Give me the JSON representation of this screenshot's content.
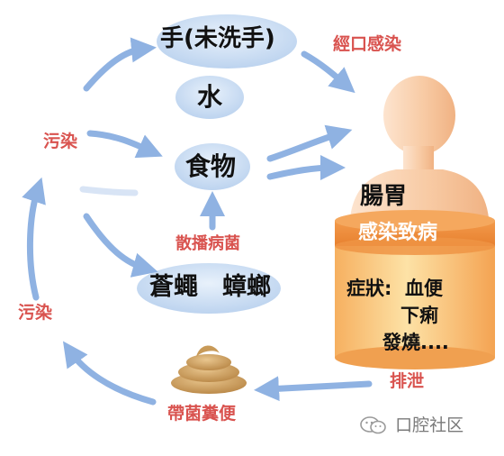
{
  "nodes": {
    "hand": "手(未洗手)",
    "water": "水",
    "food": "食物",
    "flies": "蒼蠅　蟑螂",
    "stomach": "腸胃"
  },
  "labels": {
    "oral_infection": "經口感染",
    "pollution_top": "污染",
    "pollution_bottom": "污染",
    "spread_germs": "散播病菌",
    "germ_feces": "帶菌糞便",
    "excrete": "排泄"
  },
  "body": {
    "band_title": "感染致病",
    "symptoms_label": "症狀:",
    "symptoms": [
      "血便",
      "下痢",
      "發燒...."
    ]
  },
  "watermark": "口腔社区",
  "colors": {
    "arrow": "#8fb2e2",
    "ellipse": "#c9ddf4",
    "red_text": "#d9534f",
    "body_skin": "#f7c9a4",
    "band_orange": "#ea8a3e"
  }
}
